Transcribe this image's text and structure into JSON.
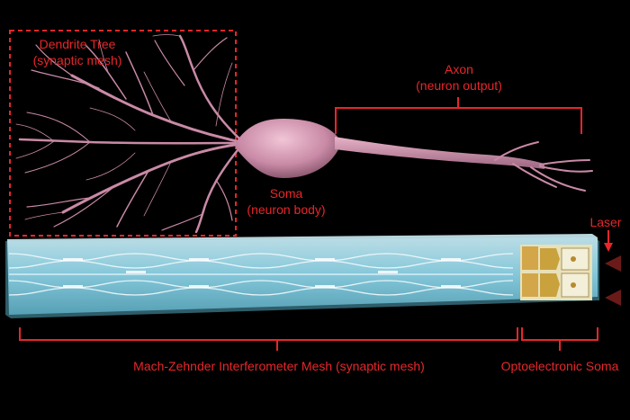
{
  "labels": {
    "dendrite_title": "Dendrite Tree",
    "dendrite_sub": "(synaptic mesh)",
    "axon_title": "Axon",
    "axon_sub": "(neuron output)",
    "soma_title": "Soma",
    "soma_sub": "(neuron body)",
    "laser": "Laser",
    "mzi_mesh": "Mach-Zehnder Interferometer Mesh (synaptic mesh)",
    "opto_soma": "Optoelectronic Soma"
  },
  "colors": {
    "background": "#000000",
    "annotation": "#e8262a",
    "neuron": "#c98aa6",
    "chip": "#8fd3e6"
  }
}
